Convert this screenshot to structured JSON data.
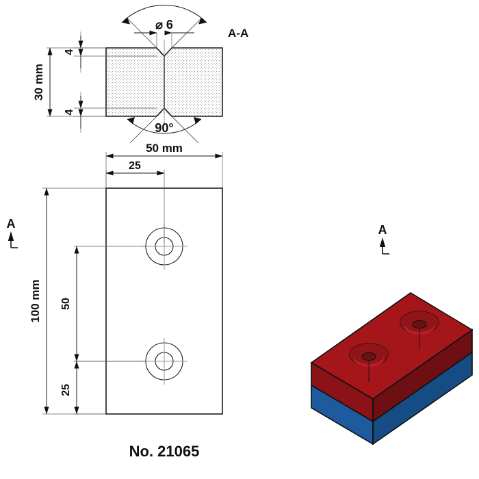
{
  "drawing": {
    "part_number_label": "No. 21065",
    "section_label": "A-A",
    "section_mark_plan": "A",
    "section_mark_iso": "A"
  },
  "section_view": {
    "title": "A-A",
    "thickness_label": "30 mm",
    "countersink_depth_top_label": "4",
    "countersink_depth_bottom_label": "4",
    "hole_diameter_label": "⌀ 6",
    "countersink_angle_label": "90°"
  },
  "plan_view": {
    "width_label": "50 mm",
    "hole_x_label": "25",
    "height_label": "100 mm",
    "hole_spacing_label": "50",
    "bottom_offset_label": "25",
    "view_arrow_label": "A"
  },
  "iso_view": {
    "view_arrow_label": "A",
    "colors": {
      "top_face": "#A4161A",
      "north_pole_front": "#8B1318",
      "north_pole_side": "#6E0F13",
      "south_pole_front": "#1D5B9E",
      "south_pole_side": "#154C84",
      "outline": "#101010",
      "hole_inner": "#7A1014",
      "hole_shade": "#C4202A"
    }
  },
  "geometry": {
    "plate_width_mm": 50,
    "plate_length_mm": 100,
    "plate_thickness_mm": 30,
    "hole_diameter_mm": 6,
    "countersink_angle_deg": 90,
    "countersink_depth_mm": 4,
    "hole_from_left_mm": 25,
    "hole_spacing_mm": 50,
    "hole_from_bottom_mm": 25
  }
}
